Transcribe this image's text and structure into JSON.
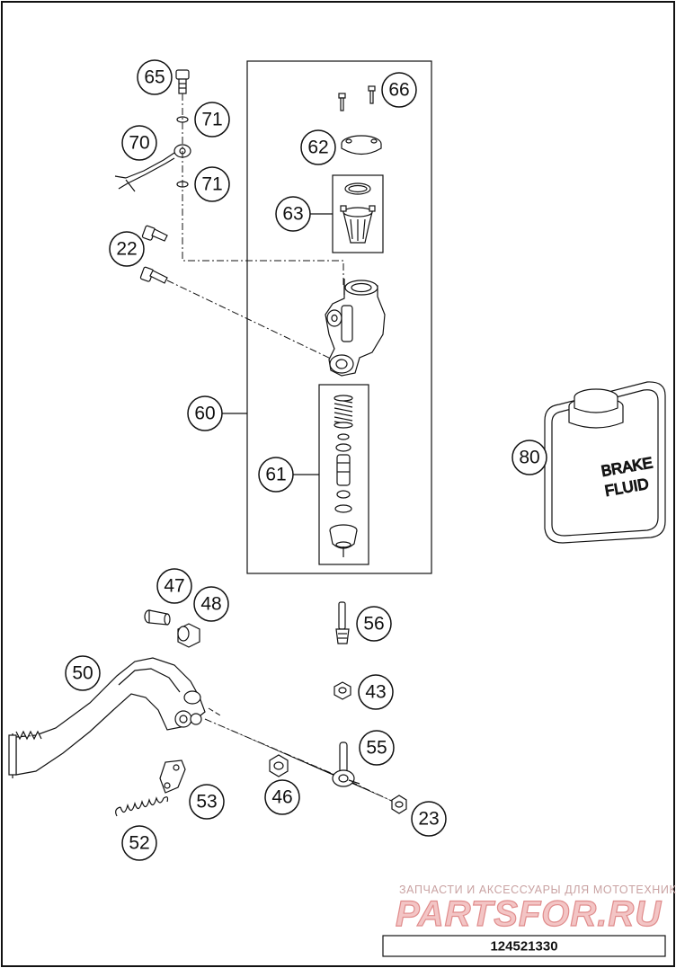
{
  "diagram": {
    "part_number": "124521330",
    "callouts": [
      "65",
      "71",
      "70",
      "71",
      "66",
      "62",
      "63",
      "22",
      "60",
      "61",
      "80",
      "47",
      "48",
      "56",
      "50",
      "43",
      "55",
      "46",
      "53",
      "52",
      "23"
    ],
    "brake_fluid_label": [
      "BRAKE",
      "FLUID"
    ]
  },
  "watermark": {
    "tagline": "ЗАПЧАСТИ И АКСЕССУАРЫ ДЛЯ МОТОТЕХНИКИ",
    "brand": "PARTSFOR.RU"
  },
  "colors": {
    "line": "#111111",
    "watermark_fill": "#f3c5c5",
    "watermark_stroke": "#e08c8c",
    "watermark_text": "#c9a2a2"
  }
}
